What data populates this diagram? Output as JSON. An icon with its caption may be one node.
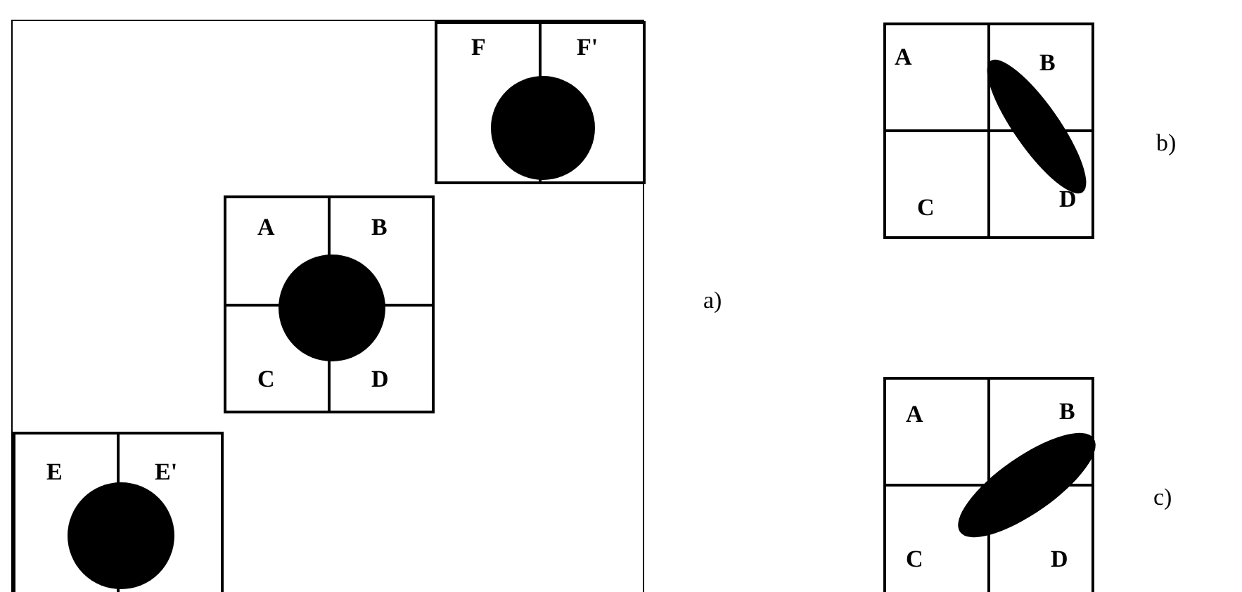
{
  "diagram": {
    "nodes": [
      {
        "text": [],
        "shape": "box"
      },
      {
        "text": [
          "F",
          "F'"
        ],
        "in": 0
      },
      {
        "text": [
          "A",
          "B",
          "C",
          "D"
        ],
        "in": 0
      },
      {
        "text": [
          "E",
          "E'"
        ],
        "in": 0
      },
      {
        "text": [
          "A",
          "B",
          "C",
          "D"
        ]
      },
      {
        "text": [
          "A",
          "B",
          "C",
          "D"
        ]
      }
    ],
    "labels": [
      "a)",
      "b)",
      "c)"
    ]
  }
}
